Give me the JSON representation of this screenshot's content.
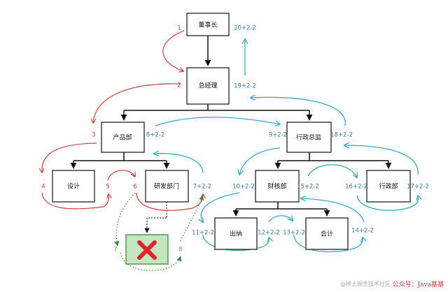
{
  "nodes": {
    "chairman": "董事长",
    "gm": "总经理",
    "product": "产品部",
    "admin_director": "行政总监",
    "design": "设计",
    "rnd": "研发部门",
    "finance": "财核部",
    "admin_dept": "行政部",
    "cashier": "出纳",
    "accounting": "会计"
  },
  "steps": {
    "s1": "1",
    "s2": "2",
    "s3": "3",
    "s4": "4",
    "s5": "5",
    "s6": "6",
    "s7": "7",
    "s8": "8",
    "s7b": "7+2-2",
    "s8b": "8+2-2",
    "s9": "9+2-2",
    "s10": "10+2-2",
    "s11": "11+2-2",
    "s12": "12+2-2",
    "s13": "13+2-2",
    "s14": "14+2-2",
    "s15": "15+2-2",
    "s16": "16+2-2",
    "s17": "17+2-2",
    "s18": "18+2-2",
    "s19": "19+2-2",
    "s20": "20+2-2"
  },
  "icons": {
    "removed": "red-x-icon"
  },
  "colors": {
    "red_arrow": "#c9413f",
    "blue_arrow": "#3ba9bb",
    "removed_box_fill": "#c3e6c0",
    "removed_box_stroke": "#3e8b3e",
    "x_mark": "#e0262b"
  },
  "watermarks": {
    "blog": "@稀土掘金技术社区",
    "account": "公众号：Java基基"
  }
}
